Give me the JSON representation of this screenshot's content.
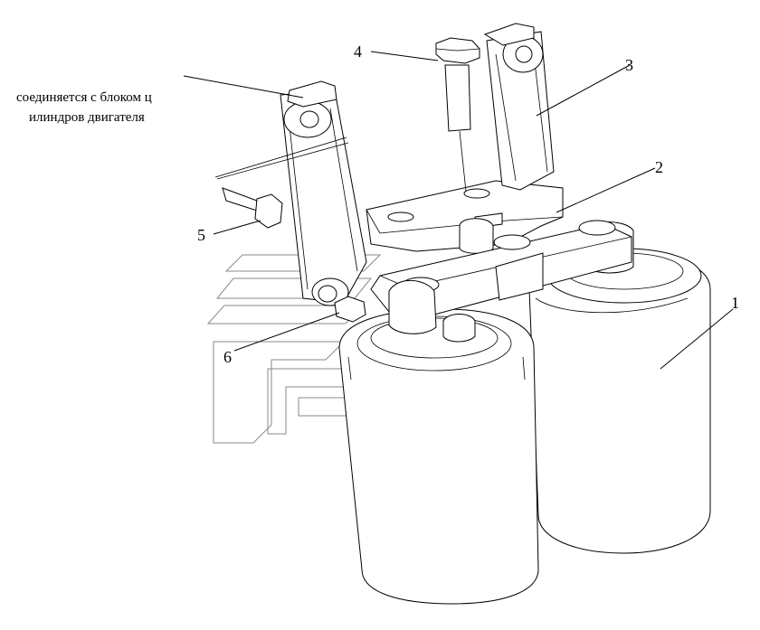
{
  "note": {
    "line1": "соединяется с блоком ц",
    "line2": "илиндров двигателя"
  },
  "callouts": [
    {
      "id": "1",
      "text": "1"
    },
    {
      "id": "2",
      "text": "2"
    },
    {
      "id": "3",
      "text": "3"
    },
    {
      "id": "4",
      "text": "4"
    },
    {
      "id": "5",
      "text": "5"
    },
    {
      "id": "6",
      "text": "6"
    }
  ],
  "colors": {
    "line": "#000000",
    "watermark": "#8a8a8a",
    "background": "#ffffff"
  }
}
